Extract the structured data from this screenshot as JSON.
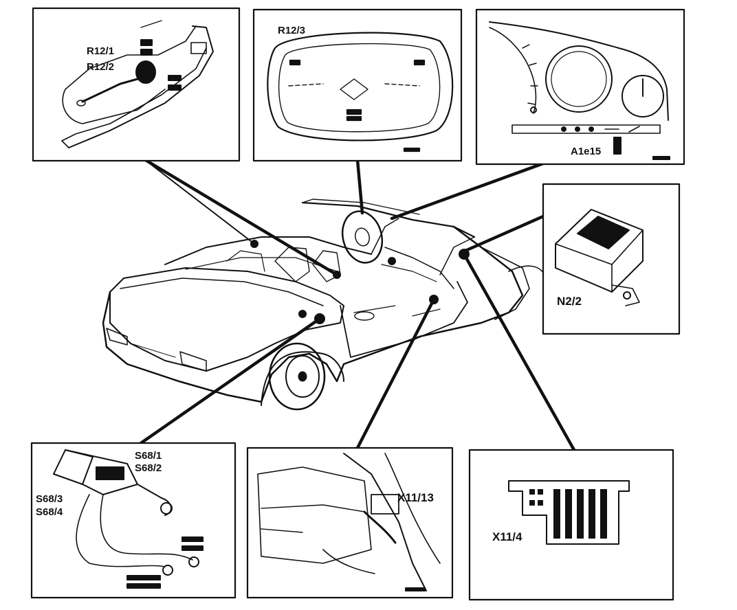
{
  "figure": {
    "inset_steering_column": {
      "labels": [
        "R12/1",
        "R12/2"
      ]
    },
    "inset_steering_wheel": {
      "labels": [
        "R12/3"
      ]
    },
    "inset_instrument_cluster": {
      "labels": [
        "A1e15"
      ]
    },
    "inset_control_module": {
      "labels": [
        "N2/2"
      ]
    },
    "inset_seat_switches": {
      "labels": [
        "S68/1",
        "S68/2",
        "S68/3",
        "S68/4"
      ]
    },
    "inset_footwell_connector": {
      "labels": [
        "X11/13"
      ]
    },
    "inset_connector_block": {
      "labels": [
        "X11/4"
      ]
    }
  },
  "colors": {
    "ink": "#111111",
    "paper": "#ffffff"
  }
}
